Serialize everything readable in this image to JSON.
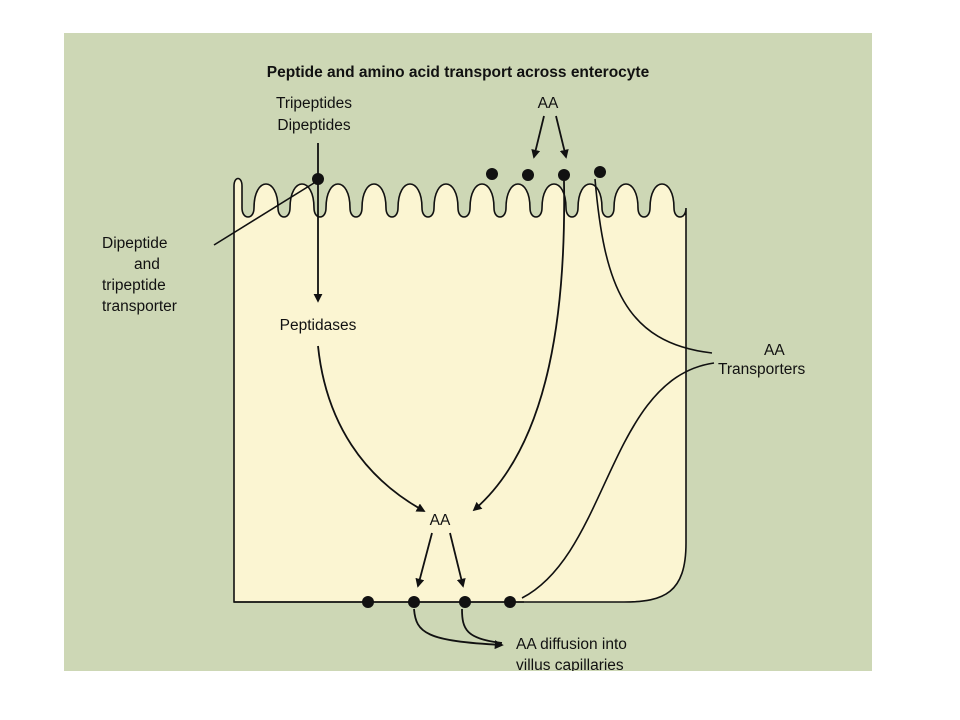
{
  "figure": {
    "title": "Peptide and amino acid transport across enterocyte",
    "labels": {
      "tripeptides": "Tripeptides",
      "dipeptides": "Dipeptides",
      "aa_top": "AA",
      "transporter_line1": "Dipeptide",
      "transporter_line2": "and",
      "transporter_line3": "tripeptide",
      "transporter_line4": "transporter",
      "peptidases": "Peptidases",
      "aa_transporters_line1": "AA",
      "aa_transporters_line2": "Transporters",
      "aa_center": "AA",
      "diffusion_line1": "AA diffusion into",
      "diffusion_line2": "villus capillaries"
    }
  },
  "colors": {
    "background": "#cdd7b5",
    "cell_fill": "#fbf5d2",
    "stroke": "#111111"
  }
}
